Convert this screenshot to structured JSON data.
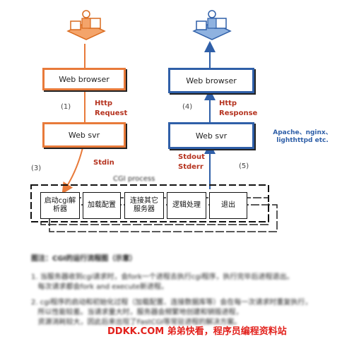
{
  "left_flow": {
    "browser_label": "Web browser",
    "step1": "(1)",
    "request_label": "Http\nRequest",
    "server_label": "Web svr",
    "step3": "(3)",
    "stdin_label": "Stdin"
  },
  "right_flow": {
    "browser_label": "Web browser",
    "step4": "(4)",
    "response_label": "Http\nResponse",
    "server_label": "Web svr",
    "stdout_label": "Stdout\nStderr",
    "step5": "(5)",
    "servers_note": "Apache、nginx、\nlighthttpd etc."
  },
  "cgi_process": {
    "title": "CGI process",
    "cells": [
      "启动cgi解\n析器",
      "加载配置",
      "连接其它\n服务器",
      "逻辑处理",
      "退出"
    ]
  },
  "notes_blurred": [
    "图注：CGI的运行流程图（示意）",
    "1. 当服务器收到cgi请求时，会fork一个进程去执行cgi程序，执行完毕后进程退出。",
    "   每次请求都会fork and execute新进程。",
    "2. cgi程序的启动和初始化过程（加载配置、连接数据库等）会在每一次请求时重复执行，",
    "   所以性能较差。当请求量大时，服务器会频繁地创建和销毁进程，",
    "   资源消耗较大，因此后来出现了FastCGI等常驻进程的解决方案。"
  ],
  "watermark": "DDKK.COM 弟弟快看，程序员编程资料站",
  "colors": {
    "orange": "#e87a3a",
    "blue": "#2f5fa8",
    "red_label": "#b5331f"
  },
  "icons": [
    "user-at-computer-icon-orange",
    "user-at-computer-icon-blue"
  ]
}
